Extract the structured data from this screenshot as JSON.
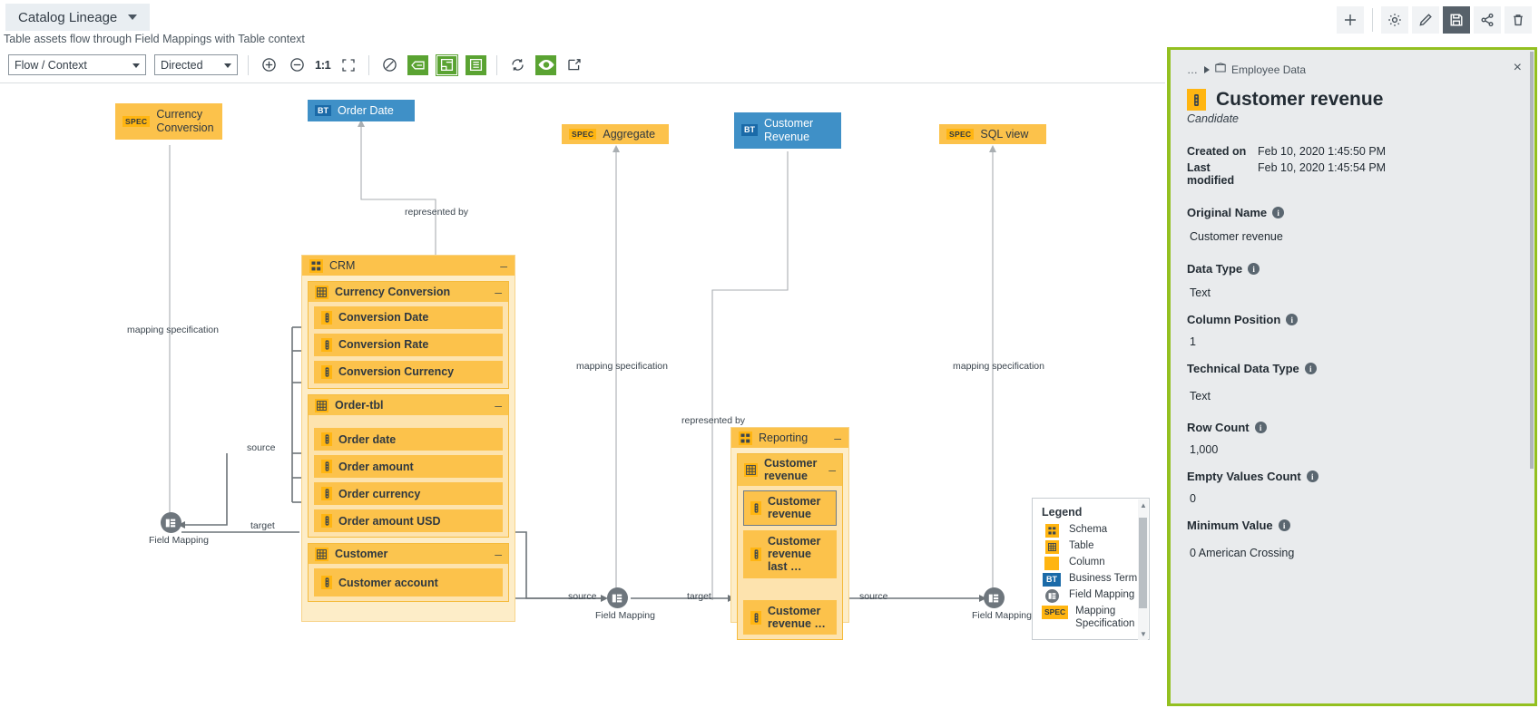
{
  "header": {
    "tab_label": "Catalog Lineage",
    "subtitle": "Table assets flow through Field Mappings with Table context",
    "icons": [
      {
        "name": "add-icon",
        "glyph": "+"
      },
      {
        "name": "settings-gear-icon",
        "glyph": "gear"
      },
      {
        "name": "edit-pencil-icon",
        "glyph": "pencil"
      },
      {
        "name": "save-icon",
        "glyph": "floppy"
      },
      {
        "name": "share-icon",
        "glyph": "share"
      },
      {
        "name": "delete-trash-icon",
        "glyph": "trash"
      }
    ]
  },
  "toolbar": {
    "flow_select": "Flow / Context",
    "direction_select": "Directed",
    "zoom_in": "zoom-in",
    "zoom_out": "zoom-out",
    "ratio_label": "1:1",
    "fit_label": "fit-to-screen",
    "buttons": [
      "no-filter",
      "label-mode",
      "layout-mode",
      "list-mode",
      "refresh",
      "visibility",
      "export"
    ]
  },
  "graph": {
    "spec_nodes": [
      {
        "badge": "SPEC",
        "label": "Currency Conversion"
      },
      {
        "badge": "SPEC",
        "label": "Aggregate"
      },
      {
        "badge": "SPEC",
        "label": "SQL view"
      }
    ],
    "bt_nodes": [
      {
        "badge": "BT",
        "label": "Order Date"
      },
      {
        "badge": "BT",
        "label": "Customer Revenue"
      }
    ],
    "schemas": [
      {
        "name": "CRM",
        "collapse": "–",
        "tables": [
          {
            "name": "Currency Conversion",
            "collapse": "–",
            "columns": [
              "Conversion Date",
              "Conversion Rate",
              "Conversion Currency"
            ]
          },
          {
            "name": "Order-tbl",
            "collapse": "–",
            "columns": [
              "Order date",
              "Order amount",
              "Order currency",
              "Order amount USD"
            ]
          },
          {
            "name": "Customer",
            "collapse": "–",
            "columns": [
              "Customer account"
            ]
          }
        ]
      },
      {
        "name": "Reporting",
        "collapse": "–",
        "tables": [
          {
            "name": "Customer revenue",
            "collapse": "–",
            "columns": [
              "Customer revenue",
              "Customer revenue last …",
              "Customer revenue …"
            ]
          }
        ]
      }
    ],
    "field_mappings": [
      {
        "label": "Field Mapping"
      },
      {
        "label": "Field Mapping"
      },
      {
        "label": "Field Mapping"
      }
    ],
    "edge_labels": [
      "mapping specification",
      "represented by",
      "mapping specification",
      "represented by",
      "mapping specification",
      "source",
      "target",
      "source",
      "target",
      "source"
    ]
  },
  "legend": {
    "title": "Legend",
    "items": [
      {
        "icon": "schema-icon",
        "label": "Schema"
      },
      {
        "icon": "table-icon",
        "label": "Table"
      },
      {
        "icon": "column-icon",
        "label": "Column"
      },
      {
        "icon": "business-term-icon",
        "label": "Business Term",
        "badge": "BT"
      },
      {
        "icon": "field-mapping-icon",
        "label": "Field Mapping"
      },
      {
        "icon": "mapping-specification-icon",
        "label": "Mapping Specification",
        "badge": "SPEC"
      }
    ]
  },
  "details": {
    "breadcrumb_dots": "…",
    "breadcrumb_last": "Employee Data",
    "close_label": "×",
    "title": "Customer revenue",
    "subtitle": "Candidate",
    "created_on_label": "Created on",
    "created_on_value": "Feb 10, 2020 1:45:50 PM",
    "last_modified_label": "Last modified",
    "last_modified_value": "Feb 10, 2020 1:45:54 PM",
    "fields": [
      {
        "label": "Original Name",
        "value": "Customer revenue"
      },
      {
        "label": "Data Type",
        "value": "Text"
      },
      {
        "label": "Column Position",
        "value": "1"
      },
      {
        "label": "Technical Data Type",
        "value": "Text"
      },
      {
        "label": "Row Count",
        "value": "1,000"
      },
      {
        "label": "Empty Values Count",
        "value": "0"
      },
      {
        "label": "Minimum Value",
        "value": "0 American Crossing"
      }
    ]
  },
  "colors": {
    "accent_green": "#93c020",
    "toolbar_green": "#5aa332",
    "spec_amber": "#fcc24b",
    "bt_blue": "#3f90c7"
  }
}
